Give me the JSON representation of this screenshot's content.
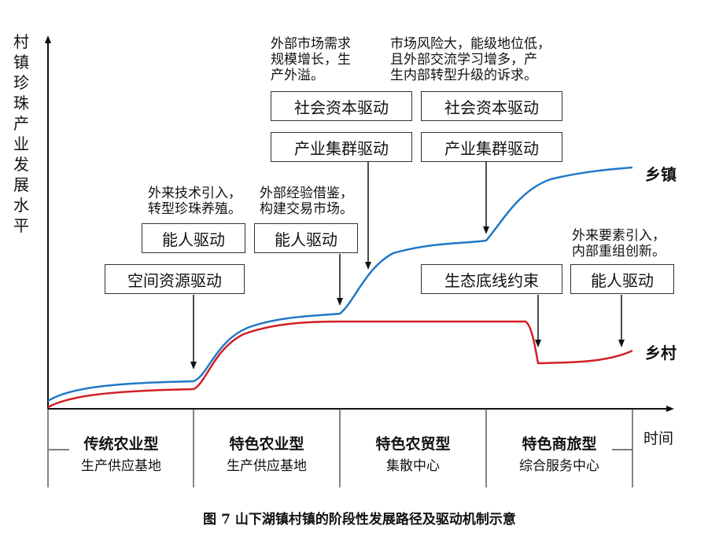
{
  "axes": {
    "y_label": "村镇珍珠产业发展水平",
    "x_label": "时间"
  },
  "curves": {
    "township": "乡镇",
    "village": "乡村",
    "township_color": "#1f78c8",
    "village_color": "#d21f26"
  },
  "stages": [
    {
      "title": "传统农业型",
      "subtitle": "生产供应基地"
    },
    {
      "title": "特色农业型",
      "subtitle": "生产供应基地"
    },
    {
      "title": "特色农贸型",
      "subtitle": "集散中心"
    },
    {
      "title": "特色商旅型",
      "subtitle": "综合服务中心"
    }
  ],
  "boxes": {
    "s1_top": "能人驱动",
    "s1_bottom": "空间资源驱动",
    "s2": "能人驱动",
    "s3_top": "社会资本驱动",
    "s3_bottom": "产业集群驱动",
    "s4_top": "社会资本驱动",
    "s4_bottom": "产业集群驱动",
    "eco": "生态底线约束",
    "s5": "能人驱动"
  },
  "notes": {
    "n1": "外来技术引入，\n转型珍珠养殖。",
    "n2": "外部经验借鉴，\n构建交易市场。",
    "n3": "外部市场需求\n规模增长，生\n产外溢。",
    "n4": "市场风险大，能级地位低，\n且外部交流学习增多，产\n生内部转型升级的诉求。",
    "n5": "外来要素引入，\n内部重组创新。"
  },
  "caption": "图 7  山下湖镇村镇的阶段性发展路径及驱动机制示意"
}
